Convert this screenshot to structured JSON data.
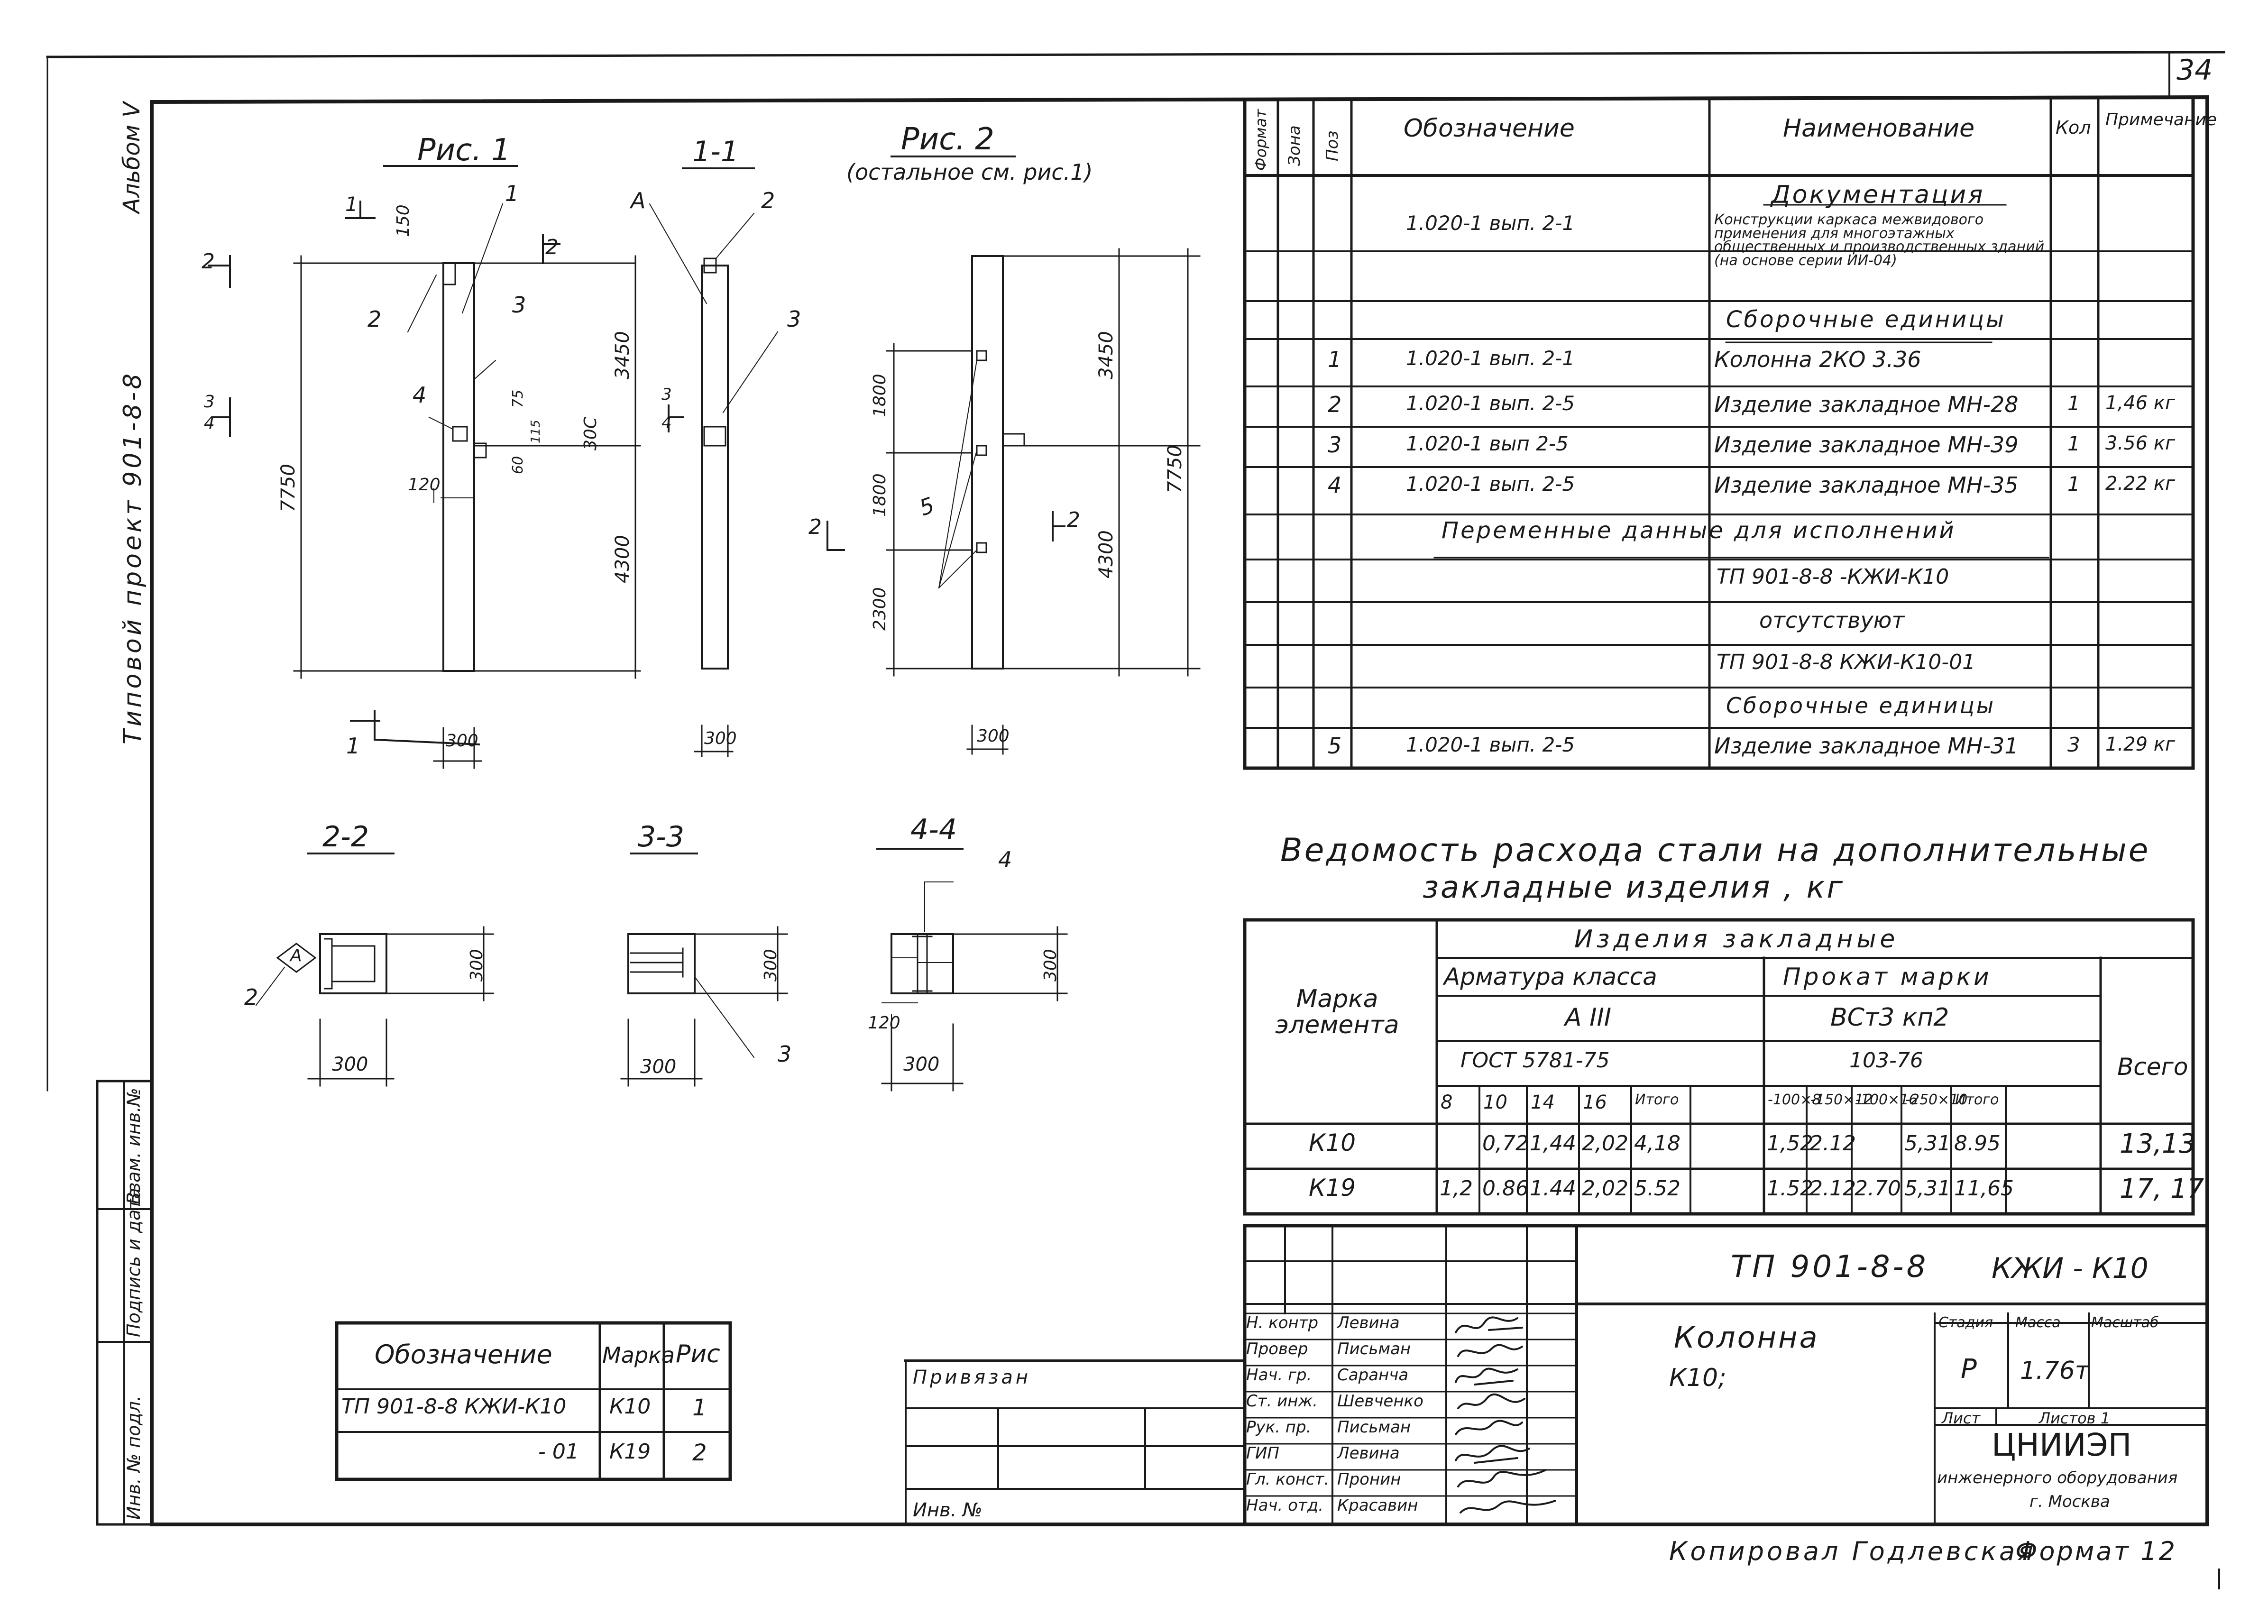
{
  "sheet_number": "34",
  "left_margin": {
    "album": "Альбом V",
    "project": "Типовой проект 901-8-8",
    "stamp_cols": [
      "Инв. № подл.",
      "Подпись и дата",
      "Взам. инв.№"
    ]
  },
  "figures": {
    "fig1_title": "Рис. 1",
    "sec11_title": "1-1",
    "fig2_title": "Рис. 2",
    "fig2_note": "(остальное см. рис.1)",
    "sec22_title": "2-2",
    "sec33_title": "3-3",
    "sec44_title": "4-4",
    "dims": {
      "d7750": "7750",
      "d3450": "3450",
      "d4300": "4300",
      "d300": "300",
      "d150": "150",
      "d75": "75",
      "d30c": "30C",
      "d60": "60",
      "d115": "115",
      "d120": "120",
      "d1800": "1800",
      "d2300": "2300"
    },
    "labels": {
      "l1": "1",
      "l2": "2",
      "l3": "3",
      "l4": "4",
      "l5": "5",
      "lA": "A"
    }
  },
  "spec_table": {
    "headers": [
      "Формат",
      "Зона",
      "Поз",
      "Обозначение",
      "Наименование",
      "Кол",
      "Примечание"
    ],
    "rows": [
      {
        "pos": "",
        "designation": "",
        "name": "Документация",
        "qty": "",
        "note": ""
      },
      {
        "pos": "",
        "designation": "1.020-1 вып. 2-1",
        "name": "Конструкции каркаса межвидового применения для многоэтажных общественных и производственных зданий (на основе серии ИИ-04)",
        "qty": "",
        "note": ""
      },
      {
        "pos": "",
        "designation": "",
        "name": "Сборочные единицы",
        "qty": "",
        "note": ""
      },
      {
        "pos": "1",
        "designation": "1.020-1 вып. 2-1",
        "name": "Колонна 2КО 3.36",
        "qty": "",
        "note": ""
      },
      {
        "pos": "2",
        "designation": "1.020-1 вып. 2-5",
        "name": "Изделие закладное МН-28",
        "qty": "1",
        "note": "1,46 кг"
      },
      {
        "pos": "3",
        "designation": "1.020-1 вып 2-5",
        "name": "Изделие закладное МН-39",
        "qty": "1",
        "note": "3.56 кг"
      },
      {
        "pos": "4",
        "designation": "1.020-1 вып. 2-5",
        "name": "Изделие закладное МН-35",
        "qty": "1",
        "note": "2.22 кг"
      },
      {
        "pos": "",
        "designation": "",
        "name": "Переменные данные для исполнений",
        "qty": "",
        "note": ""
      },
      {
        "pos": "",
        "designation": "",
        "name": "ТП 901-8-8 -КЖИ-К10",
        "qty": "",
        "note": ""
      },
      {
        "pos": "",
        "designation": "",
        "name": "отсутствуют",
        "qty": "",
        "note": ""
      },
      {
        "pos": "",
        "designation": "",
        "name": "ТП 901-8-8 КЖИ-К10-01",
        "qty": "",
        "note": ""
      },
      {
        "pos": "",
        "designation": "",
        "name": "Сборочные единицы",
        "qty": "",
        "note": ""
      },
      {
        "pos": "5",
        "designation": "1.020-1 вып. 2-5",
        "name": "Изделие закладное МН-31",
        "qty": "3",
        "note": "1.29 кг"
      }
    ]
  },
  "steel": {
    "title_line1": "Ведомость расхода стали на дополнительные",
    "title_line2": "закладные изделия , кг",
    "h_group": "Изделия закладные",
    "h_mark": "Марка элемента",
    "h_arm": "Арматура класса",
    "h_arm_class": "А III",
    "h_arm_gost": "ГОСТ 5781-75",
    "h_prokat": "Прокат марки",
    "h_prokat_grade": "ВСт3 кп2",
    "h_prokat_gost": "103-76",
    "h_total": "Всего",
    "sub": [
      "8",
      "10",
      "14",
      "16",
      "Итого",
      "-100×8",
      "-150×12",
      "-100×16",
      "-250×10",
      "Итого"
    ],
    "rows": [
      {
        "mark": "К10",
        "v": [
          "",
          "0,72",
          "1,44",
          "2,02",
          "4,18",
          "1,52",
          "2.12",
          "",
          "5,31",
          "8.95"
        ],
        "total": "13,13"
      },
      {
        "mark": "К19",
        "v": [
          "1,2",
          "0.86",
          "1.44",
          "2,02",
          "5.52",
          "1.52",
          "2.12",
          "2.70",
          "5,31",
          "11,65"
        ],
        "total": "17, 17"
      }
    ]
  },
  "variants": {
    "headers": [
      "Обозначение",
      "Марка",
      "Рис"
    ],
    "rows": [
      {
        "designation": "ТП 901-8-8 КЖИ-К10",
        "mark": "К10",
        "fig": "1"
      },
      {
        "designation": "- 01",
        "mark": "К19",
        "fig": "2"
      }
    ]
  },
  "binding": {
    "title": "Привязан",
    "inv": "Инв. №"
  },
  "title_block": {
    "code": "ТП 901-8-8",
    "doc": "КЖИ - К10",
    "name_line1": "Колонна",
    "name_line2": "К10;",
    "stage_h": "Стадия",
    "mass_h": "Масса",
    "scale_h": "Масштаб",
    "stage": "Р",
    "mass": "1.76т",
    "sheet_h": "Лист",
    "sheets_h": "Листов 1",
    "org_line1": "ЦНИИЭП",
    "org_line2": "инженерного оборудования",
    "org_line3": "г. Москва",
    "roles": [
      {
        "role": "Н. контр",
        "name": "Левина"
      },
      {
        "role": "Провер",
        "name": "Письман"
      },
      {
        "role": "Нач. гр.",
        "name": "Саранча"
      },
      {
        "role": "Ст. инж.",
        "name": "Шевченко"
      },
      {
        "role": "Рук. пр.",
        "name": "Письман"
      },
      {
        "role": "ГИП",
        "name": "Левина"
      },
      {
        "role": "Гл. конст.",
        "name": "Пронин"
      },
      {
        "role": "Нач. отд.",
        "name": "Красавин"
      }
    ]
  },
  "footer": {
    "copied": "Копировал Годлевская",
    "format": "Формат 12"
  }
}
